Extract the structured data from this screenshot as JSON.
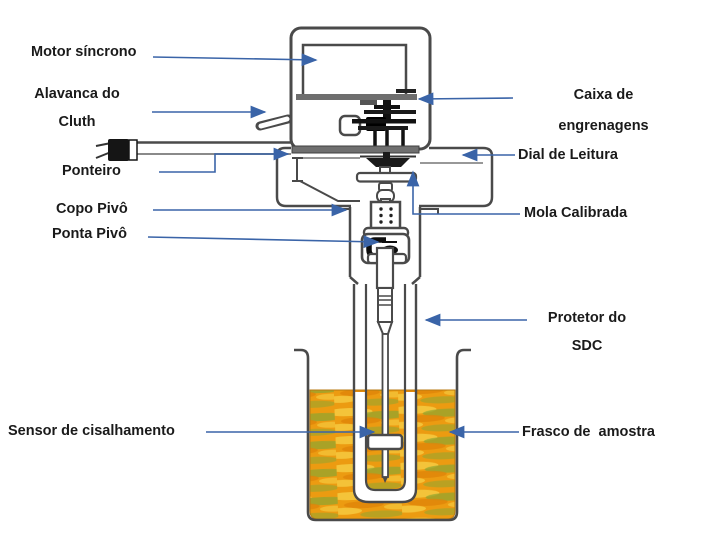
{
  "labels": {
    "motor": "Motor síncrono",
    "alavanca_1": "Alavanca do",
    "alavanca_2": "Cluth",
    "ponteiro": "Ponteiro",
    "copo_pivo": "Copo Pivô",
    "ponta_pivo": "Ponta Pivô",
    "sensor": "Sensor de cisalhamento",
    "caixa_1": "Caixa de",
    "caixa_2": "engrenagens",
    "dial": "Dial de Leitura",
    "mola": "Mola Calibrada",
    "protetor_1": "Protetor do",
    "protetor_2": "SDC",
    "frasco": "Frasco de  amostra"
  },
  "colors": {
    "connector_blue": "#3A64A8",
    "line_dark": "#4A4A4A",
    "liquid_orange": "#EC9B11",
    "liquid_yellow": "#F6C93E",
    "liquid_green": "#8FA52F",
    "liquid_dark_orange": "#E08409"
  }
}
